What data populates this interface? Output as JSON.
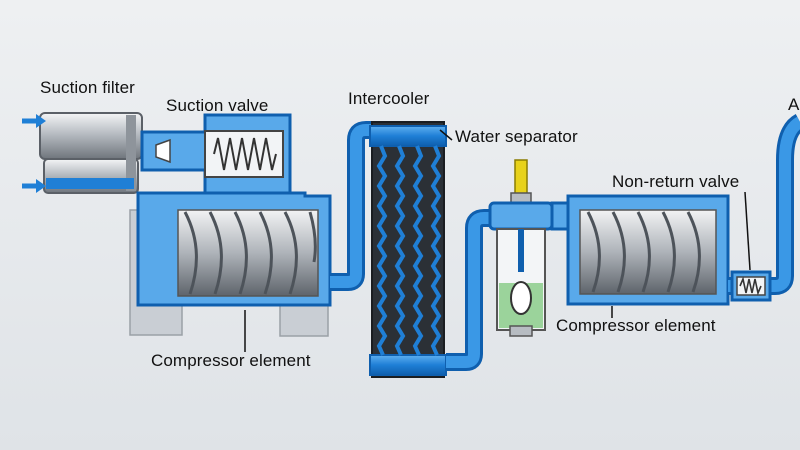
{
  "labels": {
    "suction_filter": "Suction filter",
    "suction_valve": "Suction valve",
    "intercooler": "Intercooler",
    "water_separator": "Water separator",
    "non_return_valve": "Non-return valve",
    "compressor_element_1": "Compressor element",
    "compressor_element_2": "Compressor element",
    "cut_off_label": "A"
  },
  "colors": {
    "background": "#e9ecef",
    "pipe_blue": "#1f7fd6",
    "pipe_blue_dark": "#0f5fae",
    "chamber_blue": "#59a9ea",
    "condensate_green": "#9bd39b",
    "indicator_yellow": "#e8d21a",
    "steel": "#b9bec4"
  },
  "icons": [
    "arrow-right-icon",
    "spring-icon",
    "rotor-icon",
    "cooler-coil-icon"
  ]
}
